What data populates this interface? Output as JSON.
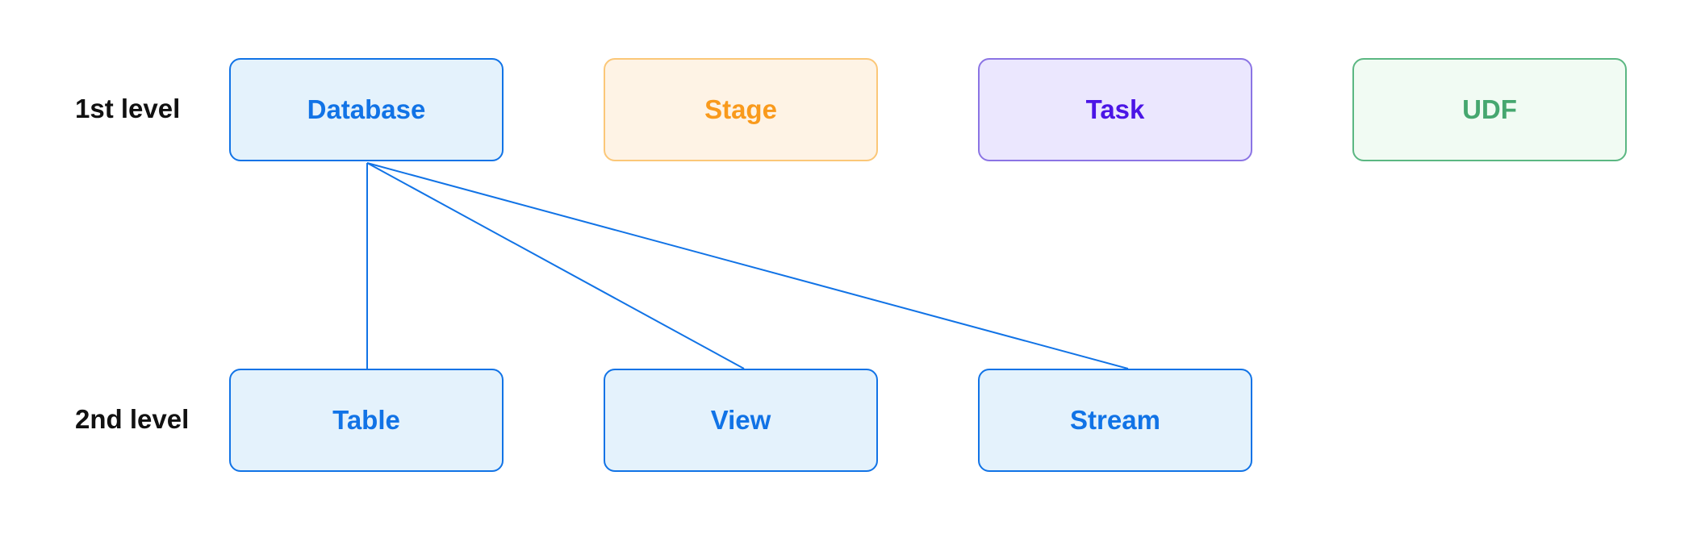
{
  "levels": {
    "first": "1st level",
    "second": "2nd level"
  },
  "nodes": {
    "database": "Database",
    "stage": "Stage",
    "task": "Task",
    "udf": "UDF",
    "table": "Table",
    "view": "View",
    "stream": "Stream"
  },
  "colors": {
    "blue_border": "#1173e6",
    "blue_fill": "#e4f2fc",
    "orange_border": "#fbc778",
    "orange_fill": "#fef3e5",
    "orange_text": "#f99a1c",
    "purple_border": "#8b74e4",
    "purple_fill": "#ebe7fe",
    "purple_text": "#4b15e6",
    "green_border": "#5bb782",
    "green_fill": "#f1fbf3",
    "green_text": "#46a76f"
  },
  "edges": [
    {
      "from": "Database",
      "to": "Table"
    },
    {
      "from": "Database",
      "to": "View"
    },
    {
      "from": "Database",
      "to": "Stream"
    }
  ]
}
